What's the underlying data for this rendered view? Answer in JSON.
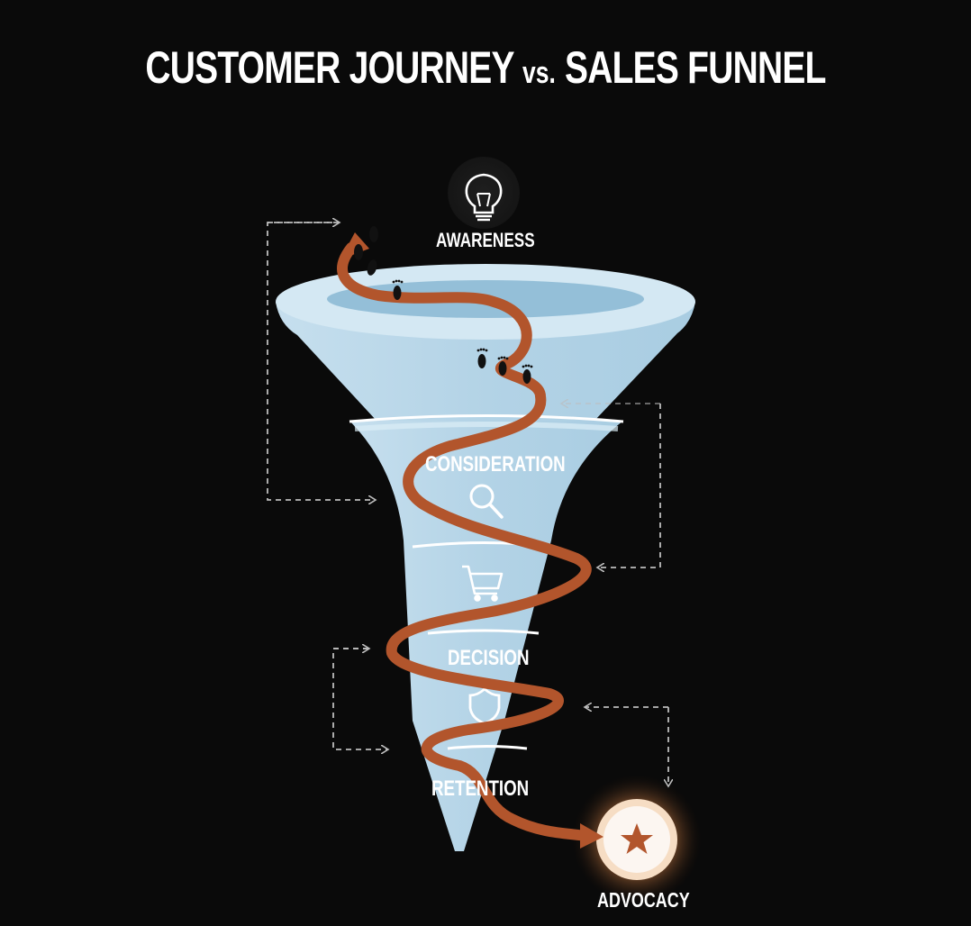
{
  "title": {
    "main_left": "CUSTOMER JOURNEY",
    "vs": "vs.",
    "main_right": "SALES FUNNEL"
  },
  "stages": [
    {
      "id": "awareness",
      "label": "AWARENESS",
      "icon": "lightbulb-icon"
    },
    {
      "id": "consideration",
      "label": "CONSIDERATION",
      "icon": "magnifier-icon"
    },
    {
      "id": "purchase",
      "label": "",
      "icon": "shopping-cart-icon"
    },
    {
      "id": "decision",
      "label": "DECISION",
      "icon": "shield-icon"
    },
    {
      "id": "retention",
      "label": "RETENTION",
      "icon": ""
    },
    {
      "id": "advocacy",
      "label": "ADVOCACY",
      "icon": "star-icon"
    }
  ],
  "colors": {
    "background": "#0a0a0a",
    "funnel_light": "#cfe4f0",
    "funnel_mid": "#b0d2e4",
    "funnel_inner": "#8fb9d3",
    "journey_path": "#b2552c",
    "dashed_arrows": "#bdbdbd",
    "advocacy_glow": "#f3c59a",
    "text": "#ffffff"
  },
  "decorations": {
    "footprints": "footprint-icons",
    "feedback_loops": 4
  }
}
